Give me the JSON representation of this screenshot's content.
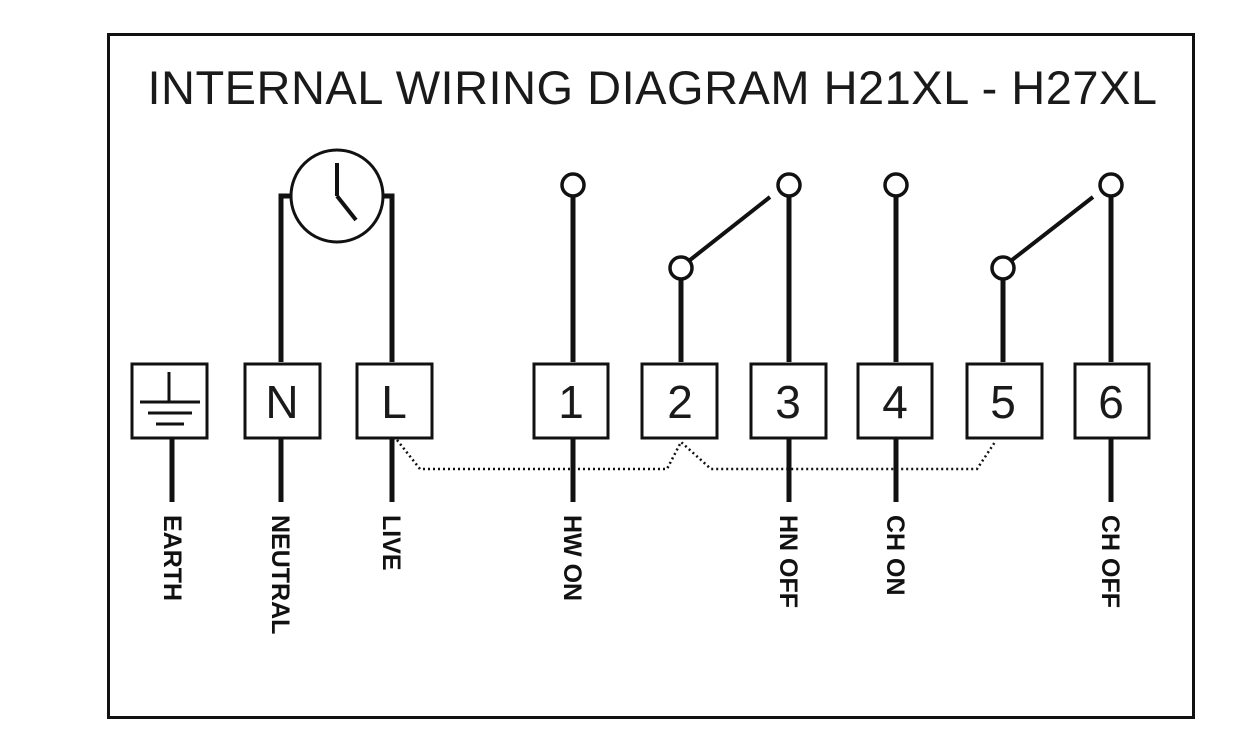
{
  "title": "INTERNAL WIRING DIAGRAM H21XL - H27XL",
  "colors": {
    "line": "#111111",
    "background": "#ffffff"
  },
  "terminals": [
    {
      "id": "earth",
      "symbol": "earth-icon",
      "label": "EARTH"
    },
    {
      "id": "n",
      "text": "N",
      "label": "NEUTRAL"
    },
    {
      "id": "l",
      "text": "L",
      "label": "LIVE"
    },
    {
      "id": "t1",
      "text": "1",
      "label": "HW ON"
    },
    {
      "id": "t2",
      "text": "2",
      "label": ""
    },
    {
      "id": "t3",
      "text": "3",
      "label": "HN OFF"
    },
    {
      "id": "t4",
      "text": "4",
      "label": "CH ON"
    },
    {
      "id": "t5",
      "text": "5",
      "label": ""
    },
    {
      "id": "t6",
      "text": "6",
      "label": "CH OFF"
    }
  ],
  "components": {
    "timer": "clock-icon",
    "switches": [
      "hot-water-switch",
      "central-heating-switch"
    ],
    "link": "dotted-link"
  }
}
